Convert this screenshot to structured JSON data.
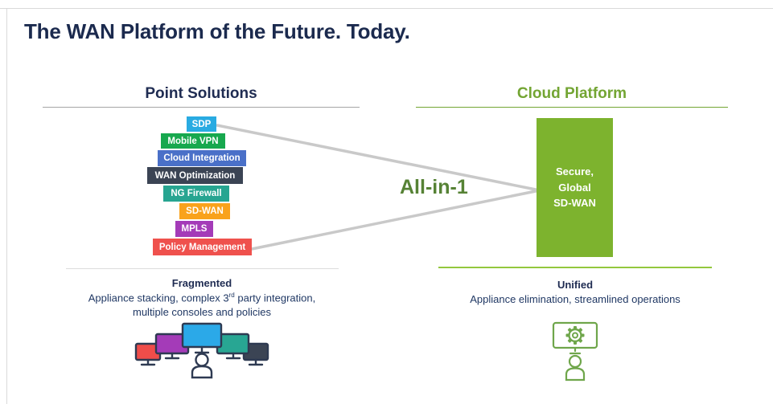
{
  "slide": {
    "title": "The WAN Platform of the Future. Today."
  },
  "left": {
    "heading": "Point Solutions",
    "stack": [
      {
        "label": "SDP",
        "color": "#29abe2"
      },
      {
        "label": "Mobile VPN",
        "color": "#17a84e"
      },
      {
        "label": "Cloud Integration",
        "color": "#4a70c8"
      },
      {
        "label": "WAN Optimization",
        "color": "#3b4454"
      },
      {
        "label": "NG Firewall",
        "color": "#27a591"
      },
      {
        "label": "SD-WAN",
        "color": "#f9a21b"
      },
      {
        "label": "MPLS",
        "color": "#a43bb8"
      },
      {
        "label": "Policy Management",
        "color": "#ef514d"
      }
    ],
    "summary_title": "Fragmented",
    "summary_line1_a": "Appliance stacking, complex 3",
    "summary_line1_sup": "rd",
    "summary_line1_b": " party integration,",
    "summary_line2": "multiple consoles and policies",
    "icon": "multi-monitor-consoles-icon"
  },
  "center": {
    "label": "All-in-1",
    "color": "#568235",
    "connector_color": "#c9c9c9"
  },
  "right": {
    "heading": "Cloud Platform",
    "heading_color": "#73a533",
    "box_lines": [
      "Secure,",
      "Global",
      "SD-WAN"
    ],
    "box_color": "#7db32e",
    "summary_title": "Unified",
    "summary_line1": "Appliance elimination, streamlined operations",
    "icon": "gear-console-admin-icon"
  },
  "colors": {
    "title_navy": "#1b2a4e",
    "body_navy": "#203864",
    "monitor_border_navy": "#2e3a52",
    "icon_green": "#6fa64b",
    "divider_green": "#93c83e",
    "divider_gray": "#dddddd"
  }
}
